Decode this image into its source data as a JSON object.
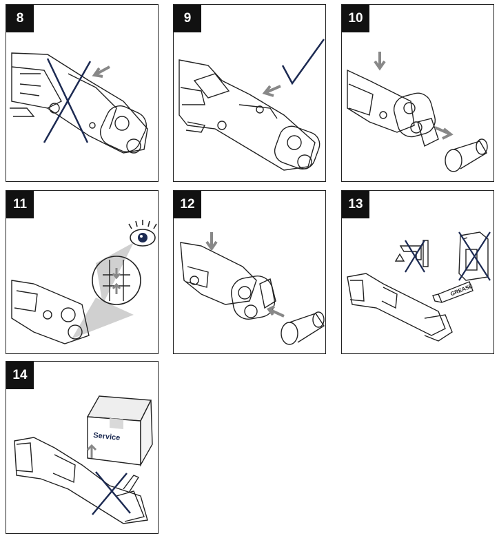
{
  "steps": [
    {
      "number": "8"
    },
    {
      "number": "9"
    },
    {
      "number": "10"
    },
    {
      "number": "11"
    },
    {
      "number": "12"
    },
    {
      "number": "13",
      "grease_label": "GREASE"
    },
    {
      "number": "14",
      "box_label": "Service"
    }
  ],
  "colors": {
    "cross": "#1c2a52",
    "arrow": "#888888",
    "box": "#d9d9d9",
    "ink": "#222222"
  }
}
